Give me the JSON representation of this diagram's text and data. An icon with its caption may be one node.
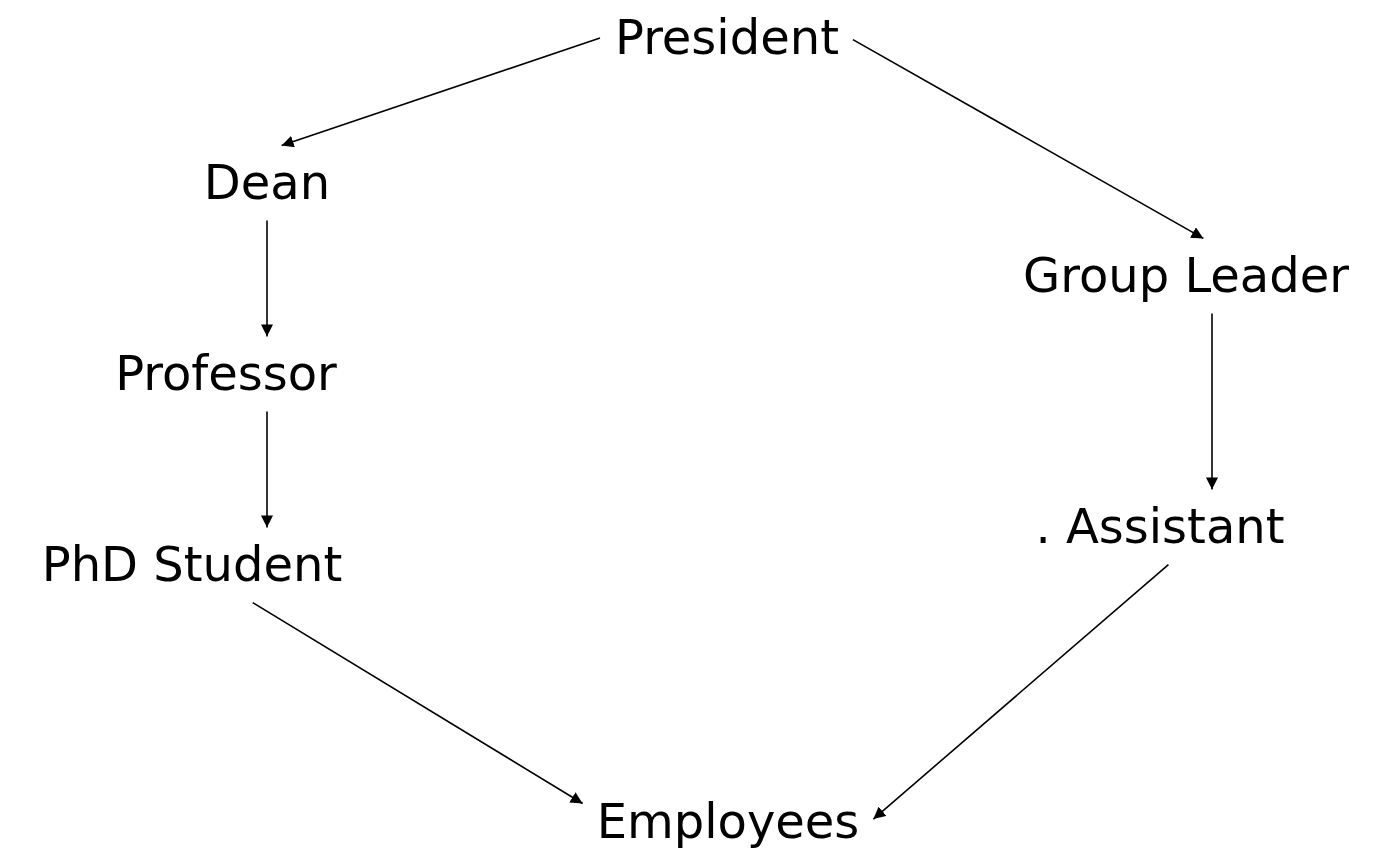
{
  "diagram": {
    "nodes": [
      {
        "text": [
          "President"
        ]
      },
      {
        "text": [
          "Dean"
        ]
      },
      {
        "text": [
          "Professor"
        ]
      },
      {
        "text": [
          "PhD Student"
        ]
      },
      {
        "text": [
          "Group Leader"
        ]
      },
      {
        "text": [
          ". Assistant"
        ]
      },
      {
        "text": [
          "Employees"
        ]
      }
    ],
    "edges": [
      {
        "from": 0,
        "to": 1,
        "arrow": "to"
      },
      {
        "from": 1,
        "to": 2,
        "arrow": "to"
      },
      {
        "from": 2,
        "to": 3,
        "arrow": "to"
      },
      {
        "from": 3,
        "to": 6,
        "arrow": "to"
      },
      {
        "from": 0,
        "to": 4,
        "arrow": "to"
      },
      {
        "from": 4,
        "to": 5,
        "arrow": "to"
      },
      {
        "from": 5,
        "to": 6,
        "arrow": "to"
      }
    ]
  }
}
